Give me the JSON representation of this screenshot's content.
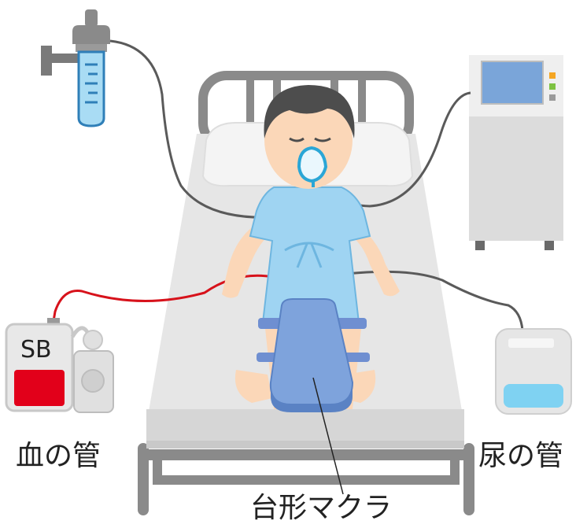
{
  "labels": {
    "blood_tube": "血の管",
    "urine_tube": "尿の管",
    "wedge_pillow": "台形マクラ",
    "drain_bag": "SB"
  },
  "colors": {
    "background": "#ffffff",
    "blood_line": "#d7121b",
    "blood_bag": "#e2001a",
    "gown": "#9fd4f2",
    "gown_dark": "#6eb6e0",
    "wedge": "#7ea3dc",
    "wedge_dark": "#5a82c4",
    "hair": "#4d4d4d",
    "skin": "#fbd7b8",
    "bed_frame": "#888888",
    "sheet": "#e9e9e9",
    "monitor_screen": "#7aa5d9",
    "urine": "#7fd2f2",
    "tube_gray": "#5a5a5a",
    "mask": "#2aa6d6",
    "suction_bottle": "#a9dcf4",
    "leg_band": "#6f8fd1"
  },
  "icons": {
    "suction_unit": "suction-bottle-icon",
    "monitor": "ventilator-monitor-icon",
    "blood_drain": "blood-drain-bag-icon",
    "urine_bag": "urine-bag-icon",
    "patient": "patient-in-bed-icon",
    "wedge": "wedge-pillow-icon"
  }
}
